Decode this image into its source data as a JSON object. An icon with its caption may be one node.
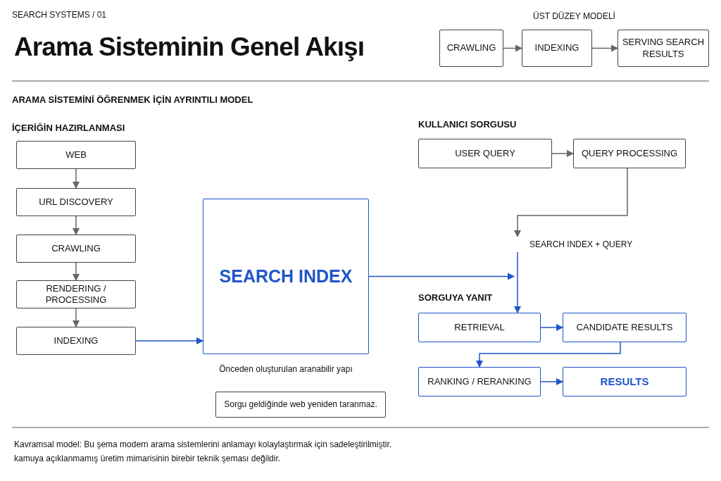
{
  "diagram": {
    "title": "Arama Sisteminin Genel Akışı",
    "nodes": [
      {
        "text": [
          "CRAWLING"
        ]
      },
      {
        "text": [
          "INDEXING"
        ]
      },
      {
        "text": [
          "SERVING SEARCH RESULTS"
        ]
      },
      {
        "text": [
          "WEB"
        ]
      },
      {
        "text": [
          "URL DISCOVERY"
        ]
      },
      {
        "text": [
          "CRAWLING"
        ]
      },
      {
        "text": [
          "RENDERING / PROCESSING"
        ]
      },
      {
        "text": [
          "INDEXING"
        ]
      },
      {
        "text": [
          "SEARCH INDEX"
        ],
        "beside": [
          "Önceden oluşturulan aranabilir yapı"
        ]
      },
      {
        "text": [
          "USER QUERY"
        ]
      },
      {
        "text": [
          "QUERY PROCESSING"
        ]
      },
      {
        "text": [
          "SEARCH INDEX + QUERY"
        ]
      },
      {
        "text": [
          "RETRIEVAL"
        ]
      },
      {
        "text": [
          "CANDIDATE RESULTS"
        ]
      },
      {
        "text": [
          "RANKING / RERANKING"
        ]
      },
      {
        "text": [
          "RESULTS"
        ]
      },
      {
        "text": [
          "Sorgu geldiğinde web yeniden taranmaz."
        ]
      }
    ],
    "edges": [
      {
        "from": 0,
        "to": 1,
        "arrow": "to"
      },
      {
        "from": 1,
        "to": 2,
        "arrow": "to"
      },
      {
        "from": 3,
        "to": 4,
        "arrow": "to"
      },
      {
        "from": 4,
        "to": 5,
        "arrow": "to"
      },
      {
        "from": 5,
        "to": 6,
        "arrow": "to"
      },
      {
        "from": 6,
        "to": 7,
        "arrow": "to"
      },
      {
        "from": 7,
        "to": 8,
        "arrow": "to",
        "color": "#1f55c8"
      },
      {
        "from": 9,
        "to": 10,
        "arrow": "to"
      },
      {
        "from": 8,
        "to": 11,
        "arrow": "to",
        "color": "#1f55c8"
      },
      {
        "from": 10,
        "to": 11,
        "arrow": "to"
      },
      {
        "from": 11,
        "to": 12,
        "arrow": "to",
        "color": "#1f55c8"
      },
      {
        "from": 12,
        "to": 13,
        "arrow": "to",
        "color": "#1f55c8"
      },
      {
        "from": 13,
        "to": 14,
        "arrow": "to",
        "color": "#1f55c8"
      },
      {
        "from": 14,
        "to": 15,
        "arrow": "to",
        "color": "#1f55c8"
      }
    ],
    "labels": [
      "SEARCH SYSTEMS / 01",
      "ÜST DÜZEY MODELİ",
      "ARAMA SİSTEMİNİ ÖĞRENMEK İÇİN AYRINTILI MODEL",
      "İÇERİĞİN HAZIRLANMASI",
      "KULLANICI SORGUSU",
      "SORGUYA YANIT",
      "Kavramsal model: Bu şema modern arama sistemlerini anlamayı kolaylaştırmak için sadeleştirilmiştir.",
      "kamuya açıklanmamış üretim mimarisinin birebir teknik şeması değildir."
    ]
  }
}
